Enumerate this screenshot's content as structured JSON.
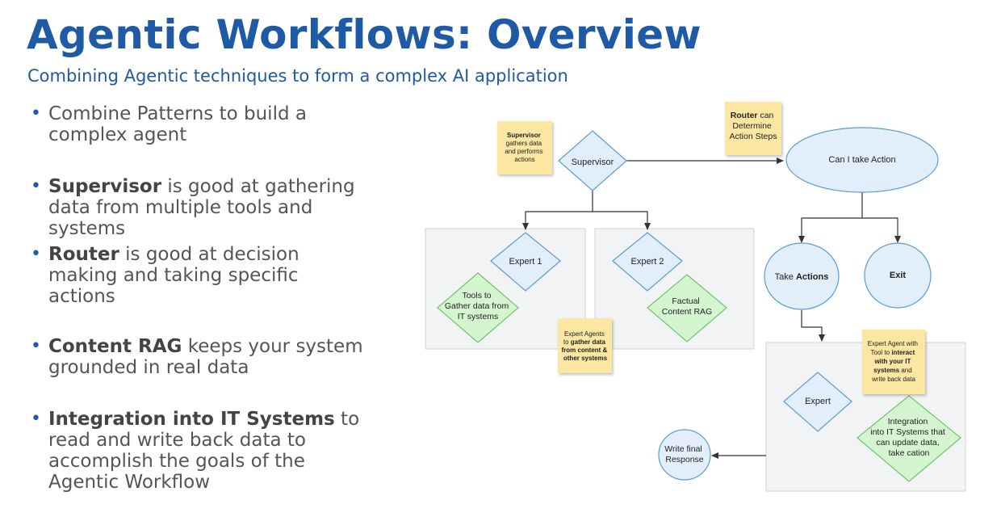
{
  "header": {
    "title": "Agentic Workflows: Overview",
    "subtitle": "Combining Agentic techniques to form a complex AI application"
  },
  "bullets": [
    {
      "bold": "",
      "text": "Combine Patterns to build a complex agent"
    },
    {
      "bold": "Supervisor",
      "text": " is good at gathering data from multiple tools and systems"
    },
    {
      "bold": "Router",
      "text": " is good at decision making and taking specific actions"
    },
    {
      "bold": "Content RAG",
      "text": " keeps your system grounded in real data"
    },
    {
      "bold": "Integration into IT Systems",
      "text": " to read and write back data to accomplish the goals of the Agentic Workflow"
    }
  ],
  "diagram": {
    "nodes": {
      "supervisor": "Supervisor",
      "can_i_take_action": "Can I take Action",
      "expert1": "Expert 1",
      "expert2": "Expert 2",
      "tools": [
        "Tools to",
        "Gather data from",
        "IT systems"
      ],
      "factual": [
        "Factual",
        "Content RAG"
      ],
      "take_actions_prefix": "Take ",
      "take_actions_bold": "Actions",
      "exit": "Exit",
      "expert": "Expert",
      "integration": [
        "Integration",
        "into IT Systems that",
        "can update data,",
        "take cation"
      ],
      "write_final": [
        "Write final",
        "Response"
      ]
    },
    "notes": {
      "supervisor_note": {
        "bold": "Supervisor",
        "lines": [
          "gathers data",
          "and performs",
          "actions"
        ]
      },
      "router_note": {
        "bold": "Router",
        "first_rest": " can",
        "lines": [
          "Determine",
          "Action Steps"
        ]
      },
      "expert_agents_note": {
        "lines": [
          "Expert Agents",
          "to ",
          "gather data",
          "from content &",
          "other systems"
        ]
      },
      "expert_agent_tool_note": {
        "lines": [
          "Expert Agent with",
          "Tool to ",
          "interact",
          "with your IT",
          "systems",
          " and",
          "write back data"
        ]
      }
    },
    "colors": {
      "blue_fill": "#e3eefb",
      "blue_stroke": "#5b9bd5",
      "green_fill": "#d5f5d0",
      "green_stroke": "#6cc46a",
      "note_fill": "#fbe7a1",
      "group_fill": "#f2f3f5",
      "group_stroke": "#cfd3d8"
    }
  }
}
